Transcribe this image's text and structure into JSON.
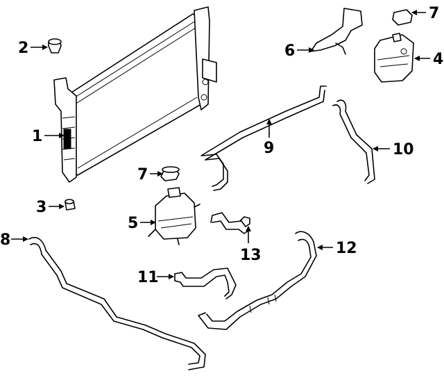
{
  "callouts": {
    "c1": "1",
    "c2": "2",
    "c3": "3",
    "c4": "4",
    "c5": "5",
    "c6": "6",
    "c7a": "7",
    "c7b": "7",
    "c8": "8",
    "c9": "9",
    "c10": "10",
    "c11": "11",
    "c12": "12",
    "c13": "13"
  }
}
